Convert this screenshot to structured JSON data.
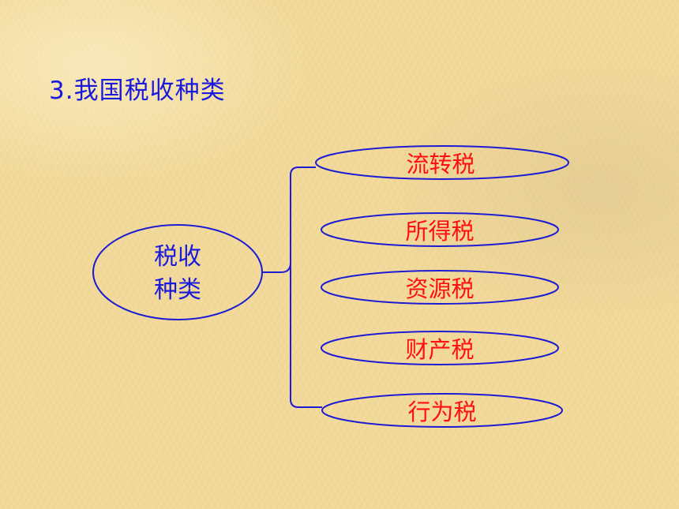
{
  "title": "3.我国税收种类",
  "root": {
    "lines": [
      "税收",
      "种类"
    ]
  },
  "leaves": [
    {
      "label": "流转税"
    },
    {
      "label": "所得税"
    },
    {
      "label": "资源税"
    },
    {
      "label": "财产税"
    },
    {
      "label": "行为税"
    }
  ],
  "colors": {
    "title": "#1a1adc",
    "root_text": "#1a1adc",
    "leaf_text": "#ff1010",
    "outline": "#1c1cd4"
  }
}
